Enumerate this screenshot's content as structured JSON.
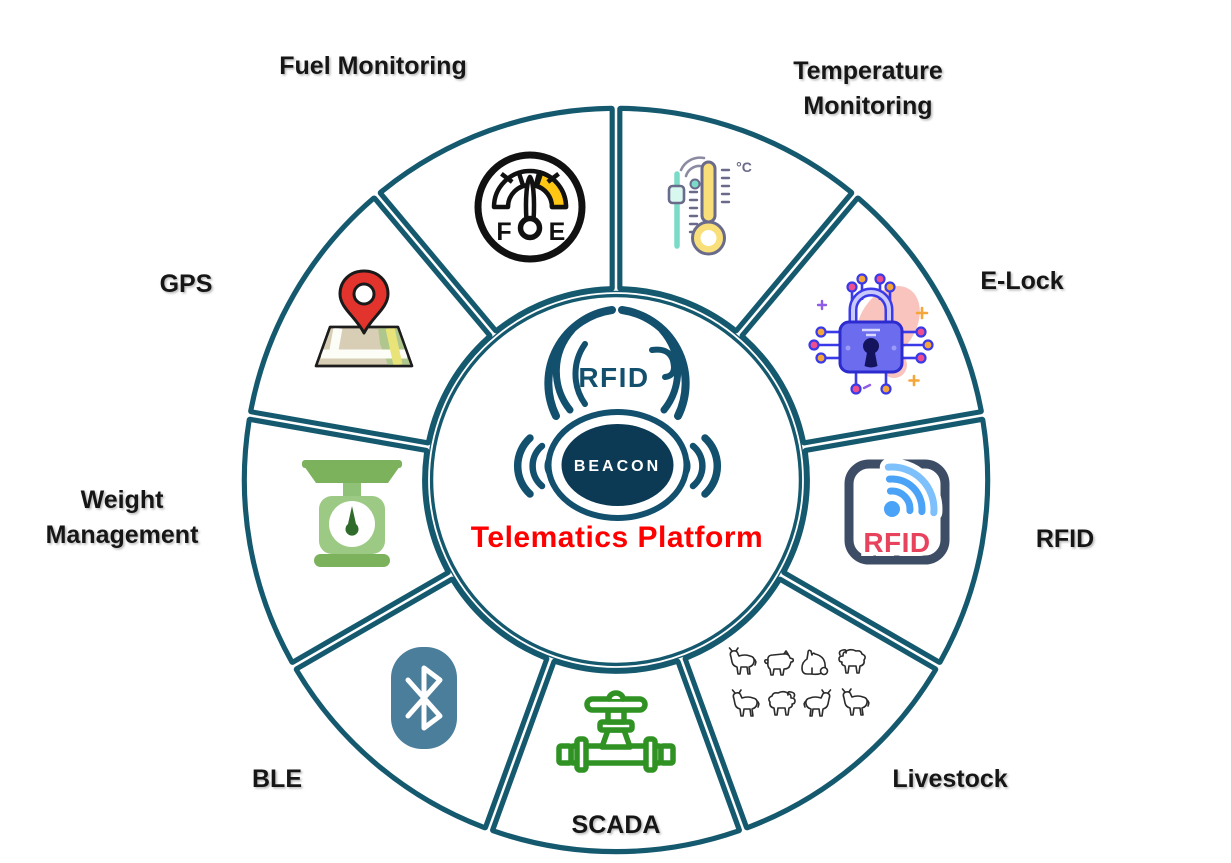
{
  "center": {
    "rfid_text": "RFID",
    "beacon_text": "BEACON",
    "platform_label": "Telematics Platform",
    "platform_color": "#FF0000",
    "logo_color": "#12506E",
    "beacon_fill": "#0C3A55"
  },
  "wheel": {
    "ring_color": "#15596F",
    "segment_fill": "#FFFFFF",
    "segments": [
      {
        "id": "temperature-monitoring",
        "label": "Temperature Monitoring",
        "icon": "temperature-sensor-icon"
      },
      {
        "id": "e-lock",
        "label": "E-Lock",
        "icon": "smart-padlock-icon"
      },
      {
        "id": "rfid",
        "label": "RFID",
        "icon": "rfid-reader-icon"
      },
      {
        "id": "livestock",
        "label": "Livestock",
        "icon": "livestock-animals-icon"
      },
      {
        "id": "scada",
        "label": "SCADA",
        "icon": "pipeline-valve-icon"
      },
      {
        "id": "ble",
        "label": "BLE",
        "icon": "bluetooth-icon"
      },
      {
        "id": "weight-management",
        "label": "Weight Management",
        "icon": "weighing-scale-icon"
      },
      {
        "id": "gps",
        "label": "GPS",
        "icon": "map-pin-icon"
      },
      {
        "id": "fuel-monitoring",
        "label": "Fuel Monitoring",
        "icon": "fuel-gauge-icon"
      }
    ]
  },
  "icon_texts": {
    "fuel_f": "F",
    "fuel_e": "E",
    "temp_unit": "°C",
    "rfid_text": "RFID"
  },
  "palette": {
    "fuel_yellow": "#FFC713",
    "scada_green": "#2F9222",
    "ble_blue": "#4A7E9B",
    "scale_green": "#9CCA84",
    "pin_red": "#E2342D",
    "lock_violet": "#6C6CEF",
    "rfid_wifi_blue": "#4AA3F7",
    "rfid_text_red": "#E8435C"
  }
}
